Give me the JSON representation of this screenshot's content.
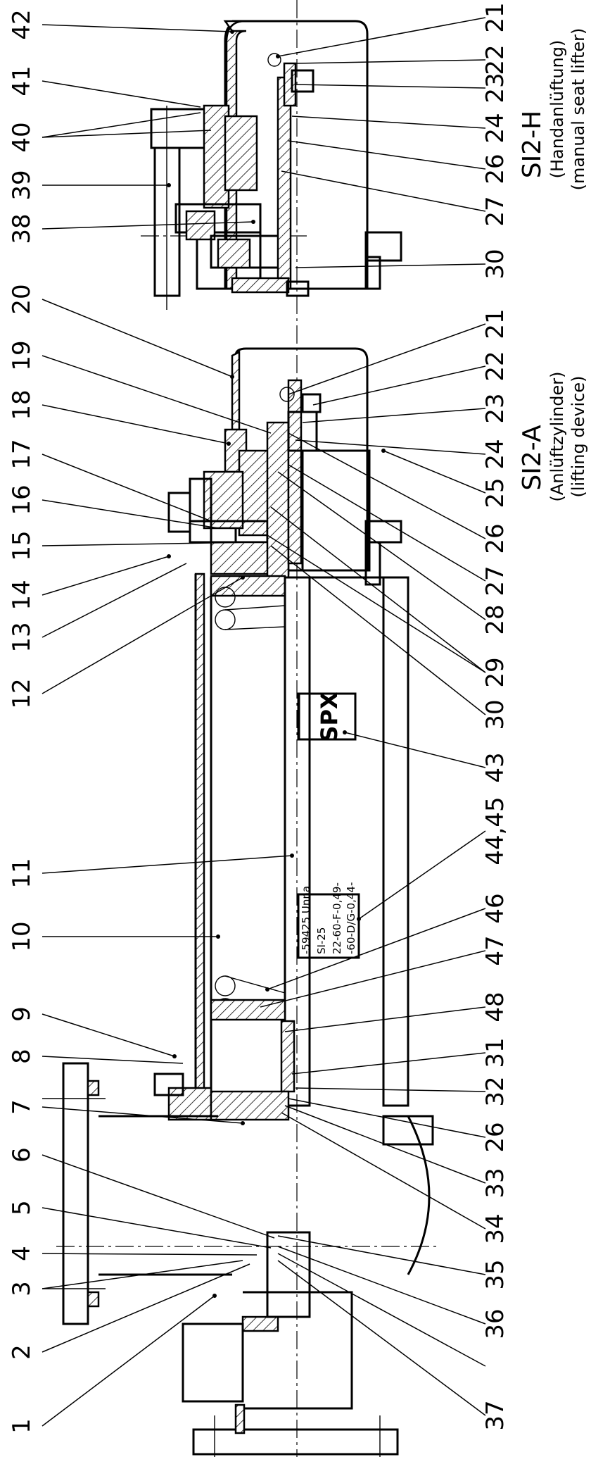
{
  "left_labels": [
    "42",
    "41",
    "40",
    "39",
    "38",
    "20",
    "19",
    "18",
    "17",
    "16",
    "15",
    "14",
    "13",
    "12",
    "11",
    "10",
    "9",
    "8",
    "7",
    "6",
    "5",
    "4",
    "3",
    "2",
    "1"
  ],
  "right_labels": [
    "21",
    "22",
    "23",
    "24",
    "26",
    "27",
    "30",
    "21",
    "22",
    "23",
    "24",
    "25",
    "26",
    "27",
    "28",
    "29",
    "30",
    "43",
    "44,45",
    "46",
    "47",
    "48",
    "31",
    "32",
    "26",
    "33",
    "34",
    "35",
    "36",
    "37"
  ],
  "captions": {
    "h_title": "SI2-H",
    "h_de": "(Handanlüftung)",
    "h_en": "(manual seat lifter)",
    "a_title": "SI2-A",
    "a_de": "(Anlüftzylinder)",
    "a_en": "(lifting device)"
  },
  "logo": "SPX",
  "nameplate": [
    "-59425 Unna",
    "SI-25",
    "22-60-F-0,49-",
    "-60-D/G-0,44-"
  ]
}
